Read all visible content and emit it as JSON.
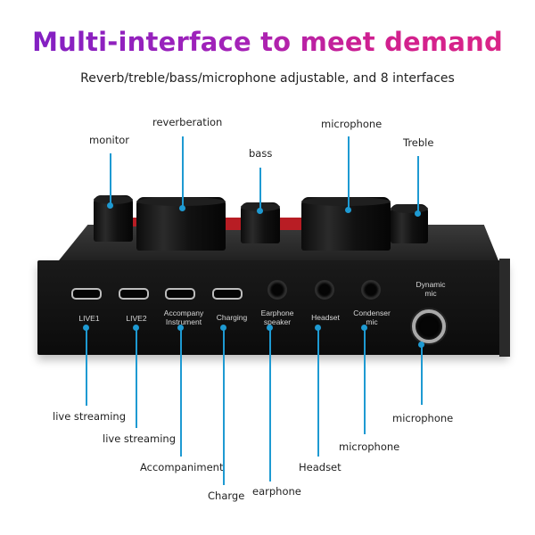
{
  "header": {
    "title": "Multi-interface to meet demand",
    "subtitle": "Reverb/treble/bass/microphone adjustable, and 8 interfaces",
    "title_gradient": [
      "#7d1fc4",
      "#dc2585"
    ]
  },
  "colors": {
    "callout_line": "#1e9ad2",
    "device_body": "#141414",
    "accent_red": "#b81d24"
  },
  "knobs": [
    {
      "label": "monitor"
    },
    {
      "label": "reverberation"
    },
    {
      "label": "bass"
    },
    {
      "label": "microphone"
    },
    {
      "label": "Treble"
    }
  ],
  "ports": [
    {
      "panel_label": "LIVE1",
      "callout": "live streaming",
      "type": "micro-usb"
    },
    {
      "panel_label": "LIVE2",
      "callout": "live streaming",
      "type": "micro-usb"
    },
    {
      "panel_label_line1": "Accompany",
      "panel_label_line2": "Instrument",
      "callout": "Accompaniment",
      "type": "micro-usb"
    },
    {
      "panel_label": "Charging",
      "callout": "Charge",
      "type": "micro-usb"
    },
    {
      "panel_label_line1": "Earphone",
      "panel_label_line2": "speaker",
      "callout": "earphone",
      "type": "3.5mm-jack"
    },
    {
      "panel_label": "Headset",
      "callout": "Headset",
      "type": "3.5mm-jack"
    },
    {
      "panel_label_line1": "Condenser",
      "panel_label_line2": "mic",
      "callout": "microphone",
      "type": "3.5mm-jack"
    },
    {
      "panel_label_line1": "Dynamic",
      "panel_label_line2": "mic",
      "callout": "microphone",
      "type": "6.35mm-jack"
    }
  ]
}
